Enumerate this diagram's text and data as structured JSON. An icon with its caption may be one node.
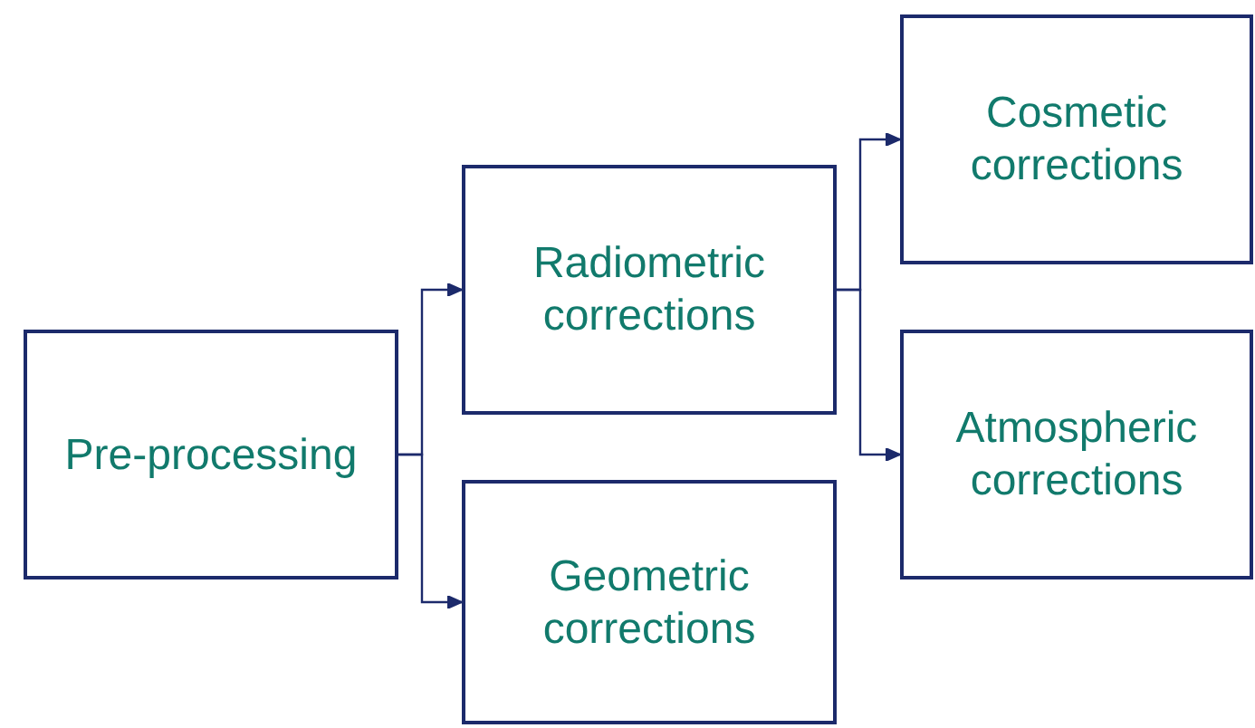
{
  "diagram": {
    "nodes": [
      {
        "text": [
          "Pre-processing"
        ]
      },
      {
        "text": [
          "Radiometric corrections"
        ]
      },
      {
        "text": [
          "Geometric corrections"
        ]
      },
      {
        "text": [
          "Cosmetic corrections"
        ]
      },
      {
        "text": [
          "Atmospheric corrections"
        ]
      }
    ],
    "edges": [
      {
        "from": 0,
        "to": 1,
        "arrow": "to"
      },
      {
        "from": 0,
        "to": 2,
        "arrow": "to"
      },
      {
        "from": 1,
        "to": 3,
        "arrow": "to"
      },
      {
        "from": 1,
        "to": 4,
        "arrow": "to"
      }
    ]
  }
}
